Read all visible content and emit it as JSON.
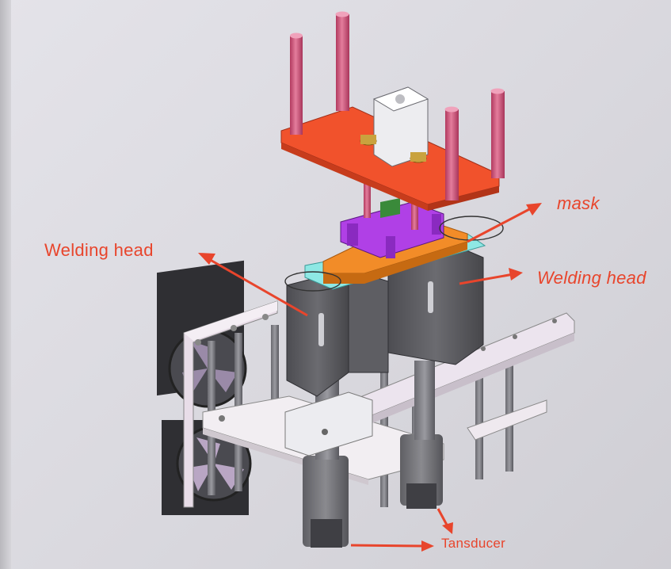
{
  "labels": {
    "mask": "mask",
    "welding_head_left": "Welding head",
    "welding_head_right": "Welding head",
    "transducer": "Tansducer"
  },
  "colors": {
    "label": "#e8452c",
    "arrow": "#e8452c",
    "top_plate": "#f0512d",
    "rods": "#d44c74",
    "clamp": "#a33be0",
    "mask_plate": "#f08a28",
    "cyan_plate": "#7fe3e0",
    "horn": "#5a5a5e",
    "frame": "#ece6ee",
    "fan": "#3a3a3e"
  }
}
